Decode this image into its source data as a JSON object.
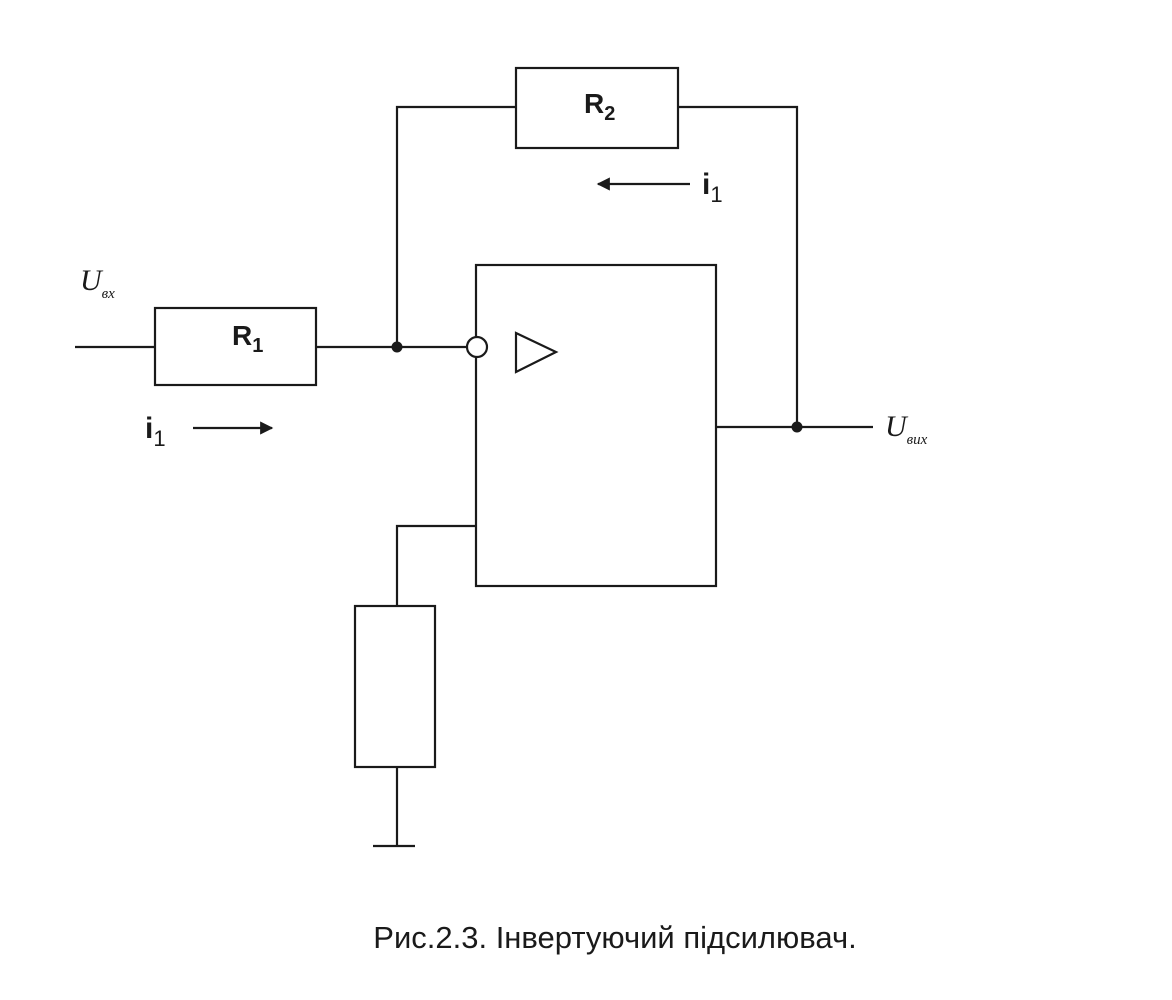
{
  "diagram": {
    "caption": "Рис.2.3. Інвертуючий підсилювач.",
    "input": {
      "symbol": "U",
      "subscript": "вх"
    },
    "output": {
      "symbol": "U",
      "subscript": "вих"
    },
    "resistor_r1": {
      "symbol": "R",
      "subscript": "1"
    },
    "resistor_r2": {
      "symbol": "R",
      "subscript": "2"
    },
    "current_input": {
      "symbol": "i",
      "subscript": "1"
    },
    "current_feedback": {
      "symbol": "i",
      "subscript": "1"
    }
  }
}
